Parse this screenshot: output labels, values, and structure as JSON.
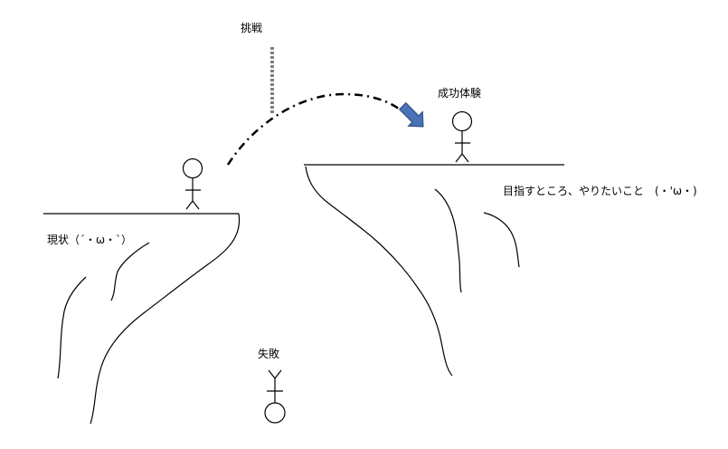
{
  "labels": {
    "challenge": "挑戦",
    "success": "成功体験",
    "goal": "目指すところ、やりたいこと　(・'ω・)",
    "current": "現状（´・ω・`）",
    "failure": "失敗"
  },
  "colors": {
    "line": "#000000",
    "dotted_pole": "#7f7f7f",
    "arrow_fill": "#4a72b8",
    "arrow_stroke": "#2f4f86"
  },
  "icons": [
    "stick-figure-current",
    "stick-figure-success",
    "stick-figure-fallen",
    "arrow-icon"
  ]
}
